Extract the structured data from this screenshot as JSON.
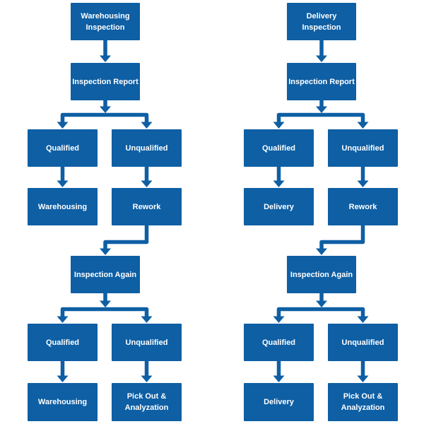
{
  "colors": {
    "node_fill": "#0e5fa4",
    "node_text": "#ffffff",
    "connector": "#0e5fa4",
    "background": "#ffffff"
  },
  "charts": [
    {
      "nodes": [
        {
          "id": "warehousing-inspection",
          "label": "Warehousing Inspection"
        },
        {
          "id": "inspection-report",
          "label": "Inspection Report"
        },
        {
          "id": "qualified-1",
          "label": "Qualified"
        },
        {
          "id": "unqualified-1",
          "label": "Unqualified"
        },
        {
          "id": "warehousing-1",
          "label": "Warehousing"
        },
        {
          "id": "rework",
          "label": "Rework"
        },
        {
          "id": "inspection-again",
          "label": "Inspection Again"
        },
        {
          "id": "qualified-2",
          "label": "Qualified"
        },
        {
          "id": "unqualified-2",
          "label": "Unqualified"
        },
        {
          "id": "warehousing-2",
          "label": "Warehousing"
        },
        {
          "id": "pick-out-analyzation",
          "label": "Pick Out & Analyzation"
        }
      ],
      "edges": [
        {
          "from": "warehousing-inspection",
          "to": "inspection-report"
        },
        {
          "from": "inspection-report",
          "to": "qualified-1"
        },
        {
          "from": "inspection-report",
          "to": "unqualified-1"
        },
        {
          "from": "qualified-1",
          "to": "warehousing-1"
        },
        {
          "from": "unqualified-1",
          "to": "rework"
        },
        {
          "from": "rework",
          "to": "inspection-again"
        },
        {
          "from": "inspection-again",
          "to": "qualified-2"
        },
        {
          "from": "inspection-again",
          "to": "unqualified-2"
        },
        {
          "from": "qualified-2",
          "to": "warehousing-2"
        },
        {
          "from": "unqualified-2",
          "to": "pick-out-analyzation"
        }
      ]
    },
    {
      "nodes": [
        {
          "id": "delivery-inspection",
          "label": "Delivery Inspection"
        },
        {
          "id": "inspection-report",
          "label": "Inspection Report"
        },
        {
          "id": "qualified-1",
          "label": "Qualified"
        },
        {
          "id": "unqualified-1",
          "label": "Unqualified"
        },
        {
          "id": "delivery-1",
          "label": "Delivery"
        },
        {
          "id": "rework",
          "label": "Rework"
        },
        {
          "id": "inspection-again",
          "label": "Inspection Again"
        },
        {
          "id": "qualified-2",
          "label": "Qualified"
        },
        {
          "id": "unqualified-2",
          "label": "Unqualified"
        },
        {
          "id": "delivery-2",
          "label": "Delivery"
        },
        {
          "id": "pick-out-analyzation",
          "label": "Pick Out & Analyzation"
        }
      ],
      "edges": [
        {
          "from": "delivery-inspection",
          "to": "inspection-report"
        },
        {
          "from": "inspection-report",
          "to": "qualified-1"
        },
        {
          "from": "inspection-report",
          "to": "unqualified-1"
        },
        {
          "from": "qualified-1",
          "to": "delivery-1"
        },
        {
          "from": "unqualified-1",
          "to": "rework"
        },
        {
          "from": "rework",
          "to": "inspection-again"
        },
        {
          "from": "inspection-again",
          "to": "qualified-2"
        },
        {
          "from": "inspection-again",
          "to": "unqualified-2"
        },
        {
          "from": "qualified-2",
          "to": "delivery-2"
        },
        {
          "from": "unqualified-2",
          "to": "pick-out-analyzation"
        }
      ]
    }
  ]
}
